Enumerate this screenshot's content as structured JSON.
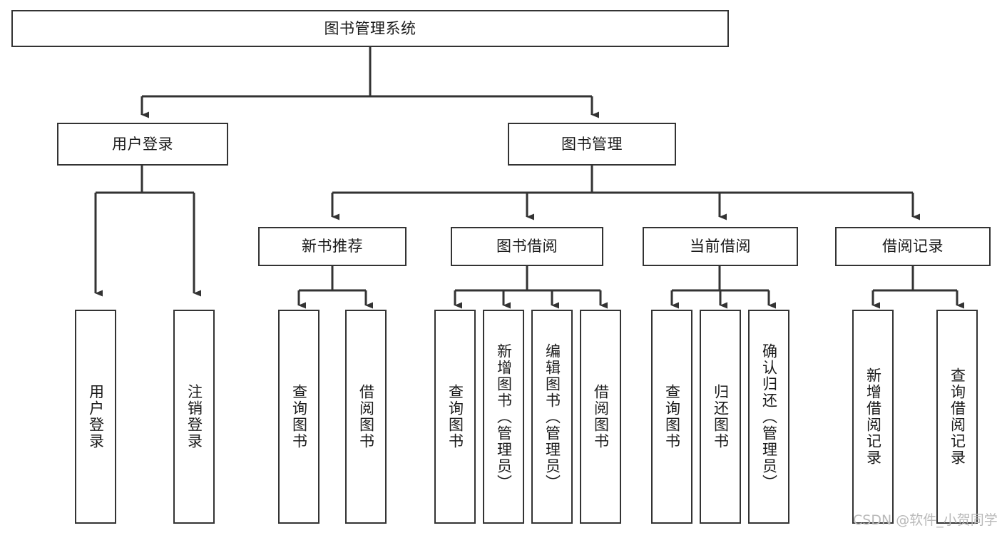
{
  "diagram": {
    "type": "tree-hierarchy",
    "title": "图书管理系统",
    "watermark": "CSDN @软件_小贺同学",
    "colors": {
      "stroke": "#333333",
      "fill": "#ffffff",
      "text": "#1b1b1b",
      "watermark": "#b9b9b9"
    },
    "nodes": {
      "root": {
        "label": "图书管理系统"
      },
      "level2": [
        {
          "id": "user-login",
          "label": "用户登录"
        },
        {
          "id": "book-manage",
          "label": "图书管理"
        }
      ],
      "level3": [
        {
          "id": "new-book-recommend",
          "label": "新书推荐"
        },
        {
          "id": "book-borrow",
          "label": "图书借阅"
        },
        {
          "id": "current-borrow",
          "label": "当前借阅"
        },
        {
          "id": "borrow-record",
          "label": "借阅记录"
        }
      ],
      "leaves": {
        "user-login": [
          {
            "id": "leaf-user-login",
            "label": "用户登录"
          },
          {
            "id": "leaf-logout-login",
            "label": "注销登录"
          }
        ],
        "new-book-recommend": [
          {
            "id": "leaf-query-book-1",
            "label": "查询图书"
          },
          {
            "id": "leaf-borrow-book-1",
            "label": "借阅图书"
          }
        ],
        "book-borrow": [
          {
            "id": "leaf-query-book-2",
            "label": "查询图书"
          },
          {
            "id": "leaf-add-book-admin",
            "label": "新增图书（管理员）"
          },
          {
            "id": "leaf-edit-book-admin",
            "label": "编辑图书（管理员）"
          },
          {
            "id": "leaf-borrow-book-2",
            "label": "借阅图书"
          }
        ],
        "current-borrow": [
          {
            "id": "leaf-query-book-3",
            "label": "查询图书"
          },
          {
            "id": "leaf-return-book",
            "label": "归还图书"
          },
          {
            "id": "leaf-confirm-return-admin",
            "label": "确认归还（管理员）"
          }
        ],
        "borrow-record": [
          {
            "id": "leaf-add-borrow-record",
            "label": "新增借阅记录"
          },
          {
            "id": "leaf-query-borrow-record",
            "label": "查询借阅记录"
          }
        ]
      }
    }
  }
}
